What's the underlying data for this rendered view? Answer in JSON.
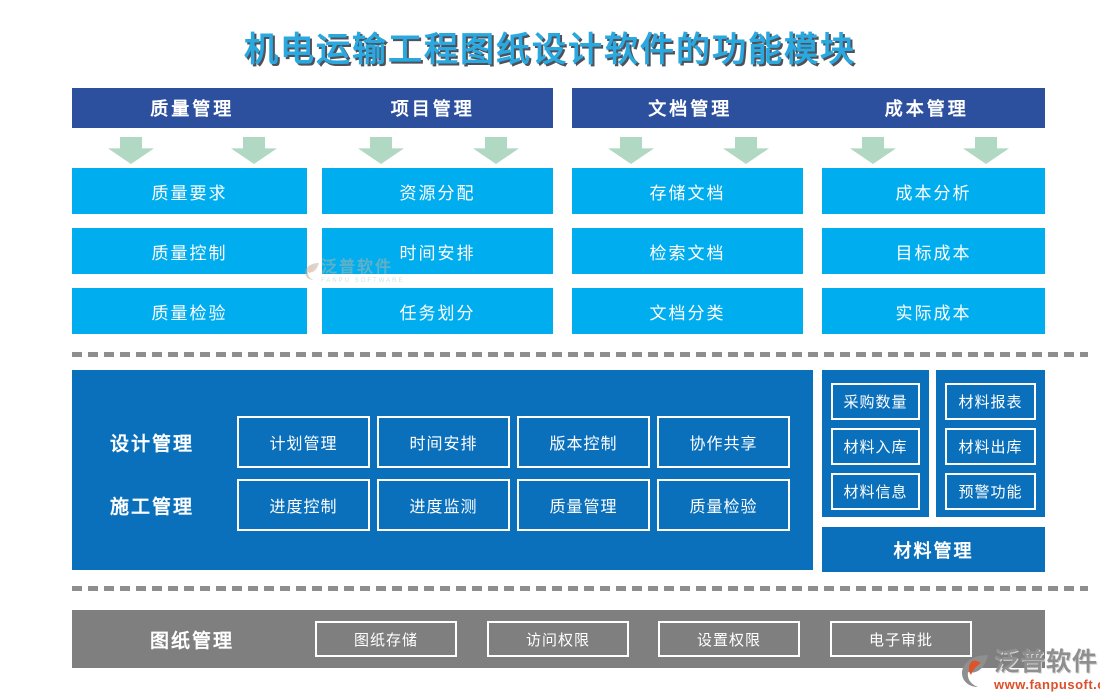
{
  "title": "机电运输工程图纸设计软件的功能模块",
  "top_sections": [
    {
      "header": "质量管理",
      "items": [
        "质量要求",
        "质量控制",
        "质量检验"
      ]
    },
    {
      "header": "项目管理",
      "items": [
        "资源分配",
        "时间安排",
        "任务划分"
      ]
    },
    {
      "header": "文档管理",
      "items": [
        "存储文档",
        "检索文档",
        "文档分类"
      ]
    },
    {
      "header": "成本管理",
      "items": [
        "成本分析",
        "目标成本",
        "实际成本"
      ]
    }
  ],
  "middle": {
    "rows": [
      {
        "label": "设计管理",
        "items": [
          "计划管理",
          "时间安排",
          "版本控制",
          "协作共享"
        ]
      },
      {
        "label": "施工管理",
        "items": [
          "进度控制",
          "进度监测",
          "质量管理",
          "质量检验"
        ]
      }
    ],
    "material": {
      "columns": [
        [
          "采购数量",
          "材料入库",
          "材料信息"
        ],
        [
          "材料报表",
          "材料出库",
          "预警功能"
        ]
      ],
      "footer": "材料管理"
    }
  },
  "bottom": {
    "label": "图纸管理",
    "items": [
      "图纸存储",
      "访问权限",
      "设置权限",
      "电子审批"
    ]
  },
  "watermark": {
    "text": "泛普软件",
    "subtext": "FANPU SOFTWARE"
  },
  "brand": {
    "name": "泛普软件",
    "url": "www.fanpusoft.com"
  },
  "colors": {
    "title": "#29a9e0",
    "header_bar": "#2d509e",
    "module_box": "#00aeef",
    "arrow": "#b0d8c3",
    "panel": "#0b70bb",
    "bottom_bar": "#7f7f7f",
    "brand_url": "#dd4f28"
  }
}
